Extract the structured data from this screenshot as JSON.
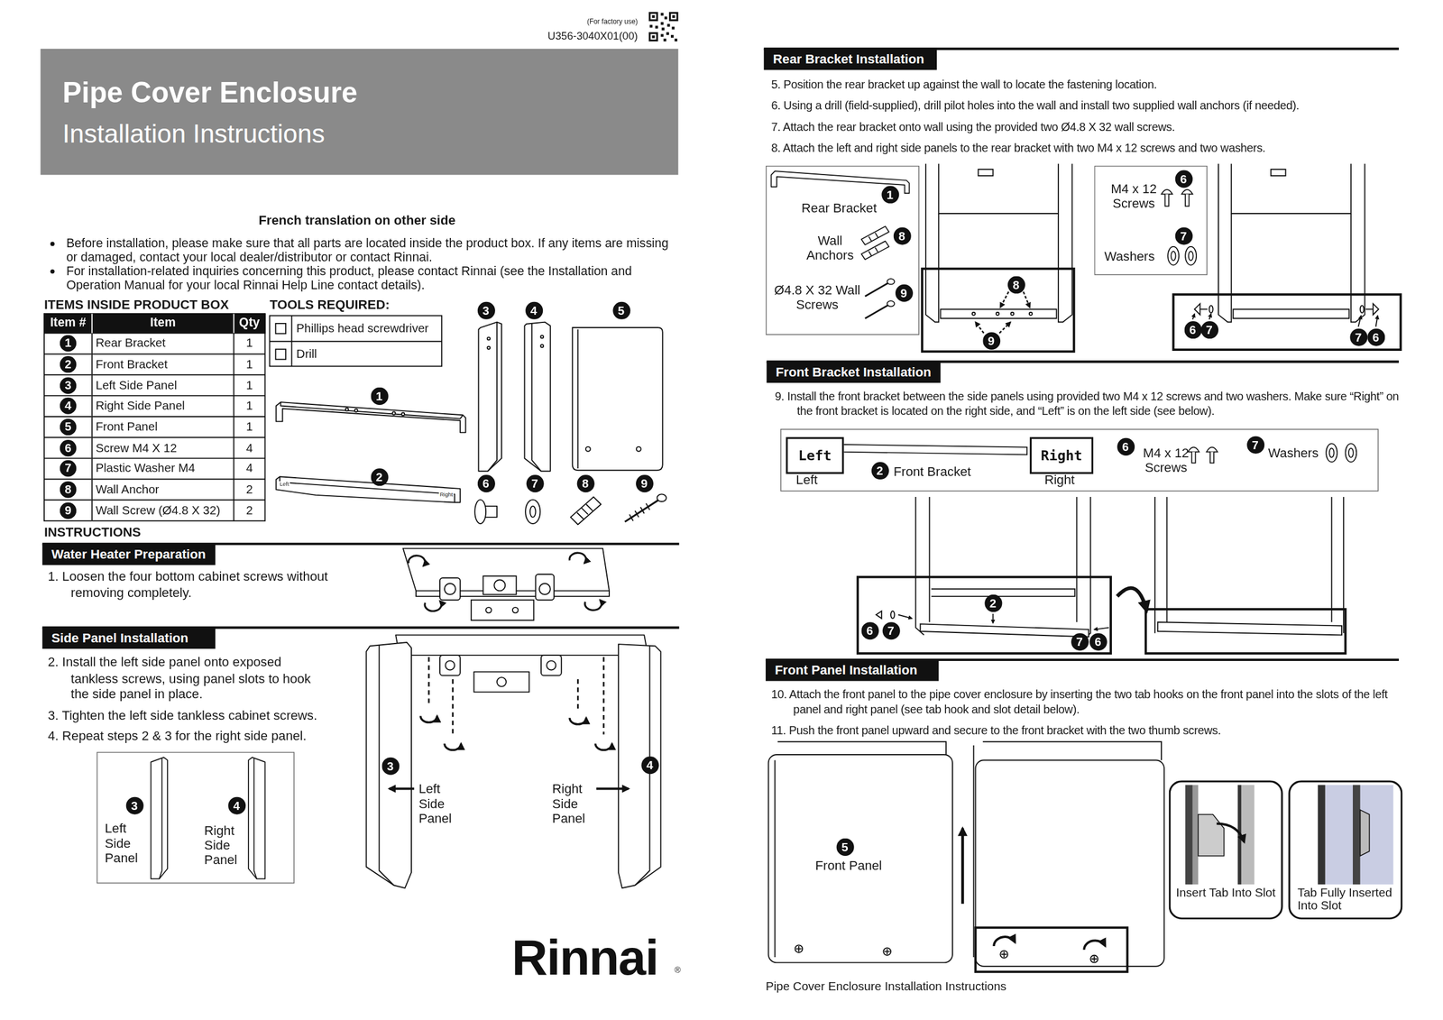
{
  "diagram": {
    "caption": "Pipe Cover Enclosure Installation Instructions",
    "nodes": [
      {
        "text": [
          "Pipe Cover Enclosure",
          "Installation Instructions"
        ]
      },
      {
        "text": [
          "1"
        ]
      },
      {
        "text": [
          "2"
        ]
      },
      {
        "text": [
          "3"
        ]
      },
      {
        "text": [
          "4"
        ]
      },
      {
        "text": [
          "5"
        ]
      },
      {
        "text": [
          "6"
        ]
      },
      {
        "text": [
          "7"
        ]
      },
      {
        "text": [
          "8"
        ]
      },
      {
        "text": [
          "9"
        ]
      },
      {
        "text": [
          "1"
        ]
      },
      {
        "text": [
          "2"
        ]
      },
      {
        "text": [
          "3"
        ]
      },
      {
        "text": [
          "4"
        ]
      },
      {
        "text": [
          "5"
        ]
      },
      {
        "text": [
          "6"
        ]
      },
      {
        "text": [
          "7"
        ]
      },
      {
        "text": [
          "8"
        ]
      },
      {
        "text": [
          "9"
        ]
      },
      {
        "text": [
          "Water Heater Preparation"
        ]
      },
      {
        "text": [
          "Side Panel Installation"
        ]
      },
      {
        "text": [
          "3"
        ]
      },
      {
        "text": [
          "4"
        ]
      },
      {
        "text": [
          "Left Side Panel",
          "Right Side Panel"
        ]
      },
      {
        "text": [
          "3"
        ],
        "in": 23
      },
      {
        "text": [
          "4"
        ],
        "in": 23
      },
      {
        "text": [
          "Rear Bracket Installation"
        ]
      },
      {
        "text": [
          "Rear Bracket",
          "Wall Anchors",
          "Ø4.8 X 32 Wall Screws"
        ]
      },
      {
        "text": [
          "1"
        ],
        "in": 27
      },
      {
        "text": [
          "8"
        ],
        "in": 27
      },
      {
        "text": [
          "9"
        ],
        "in": 27
      },
      {
        "text": [
          "8"
        ]
      },
      {
        "text": [
          "9"
        ]
      },
      {
        "text": [
          "M4 x 12 Screws",
          "Washers"
        ]
      },
      {
        "text": [
          "6"
        ],
        "in": 33
      },
      {
        "text": [
          "7"
        ],
        "in": 33
      },
      {
        "text": [
          "6"
        ]
      },
      {
        "text": [
          "7"
        ]
      },
      {
        "text": [
          "7"
        ]
      },
      {
        "text": [
          "6"
        ]
      },
      {
        "text": [
          "Front Bracket Installation"
        ]
      },
      {
        "text": [
          "Left",
          "Front Bracket",
          "Right",
          "M4 x 12 Screws",
          "Washers"
        ]
      },
      {
        "text": [
          "Left"
        ],
        "in": 41
      },
      {
        "text": [
          "2"
        ],
        "in": 41
      },
      {
        "text": [
          "Right"
        ],
        "in": 41
      },
      {
        "text": [
          "6"
        ],
        "in": 41
      },
      {
        "text": [
          "7"
        ],
        "in": 41
      },
      {
        "text": [
          "2"
        ]
      },
      {
        "text": [
          "6"
        ]
      },
      {
        "text": [
          "7"
        ]
      },
      {
        "text": [
          "7"
        ]
      },
      {
        "text": [
          "6"
        ]
      },
      {
        "text": [
          "Front Panel Installation"
        ]
      },
      {
        "text": [
          "5"
        ]
      },
      {
        "text": [
          "Insert Tab Into Slot"
        ]
      },
      {
        "text": [
          "Tab Fully Inserted Into Slot"
        ]
      }
    ],
    "labels": [
      "(For factory use)",
      "U356-3040X01(00)",
      "French translation on other side",
      "Before installation, please make sure that all parts are located inside the product box. If any items are missing or damaged, contact your local dealer/distributor or contact Rinnai.",
      "For installation-related inquiries concerning this product, please contact Rinnai (see the Installation and Operation Manual for your local Rinnai Help Line contact details).",
      "ITEMS INSIDE PRODUCT BOX",
      "TOOLS REQUIRED:",
      "Item #",
      "Item",
      "Qty",
      "Rear Bracket",
      "1",
      "Front Bracket",
      "1",
      "Left Side Panel",
      "1",
      "Right Side Panel",
      "1",
      "Front Panel",
      "1",
      "Screw M4 X 12",
      "4",
      "Plastic Washer M4",
      "4",
      "Wall Anchor",
      "2",
      "Wall Screw (Ø4.8 X 32)",
      "2",
      "Phillips head screwdriver",
      "Drill",
      "Left",
      "Right",
      "INSTRUCTIONS",
      "1. Loosen the four bottom cabinet screws without removing completely.",
      "2. Install the left side panel onto exposed tankless screws, using panel slots to hook the side panel in place.",
      "3. Tighten the left side tankless cabinet screws.",
      "4. Repeat steps 2 & 3 for the right side panel.",
      "Left Side Panel",
      "Right Side Panel",
      "Rinnai",
      "®",
      "5. Position the rear bracket up against the wall to locate the fastening location.",
      "6. Using a drill (field-supplied), drill pilot holes into the wall and install two supplied wall anchors (if needed).",
      "7. Attach the rear bracket onto wall using the provided two Ø4.8 X 32 wall screws.",
      "8. Attach the left and right side panels to the rear bracket with two M4 x 12 screws and two washers.",
      "9. Install the front bracket between the side panels using provided two M4 x 12 screws and two washers. Make sure “Right” on the front bracket is located on the right side, and “Left” is on the left side (see below).",
      "10. Attach the front panel to the pipe cover enclosure by inserting the two tab hooks on the front panel into the slots of the left panel and right panel (see tab hook and slot detail below).",
      "11. Push the front panel upward and secure to the front bracket with the two thumb screws.",
      "Front Panel"
    ]
  }
}
